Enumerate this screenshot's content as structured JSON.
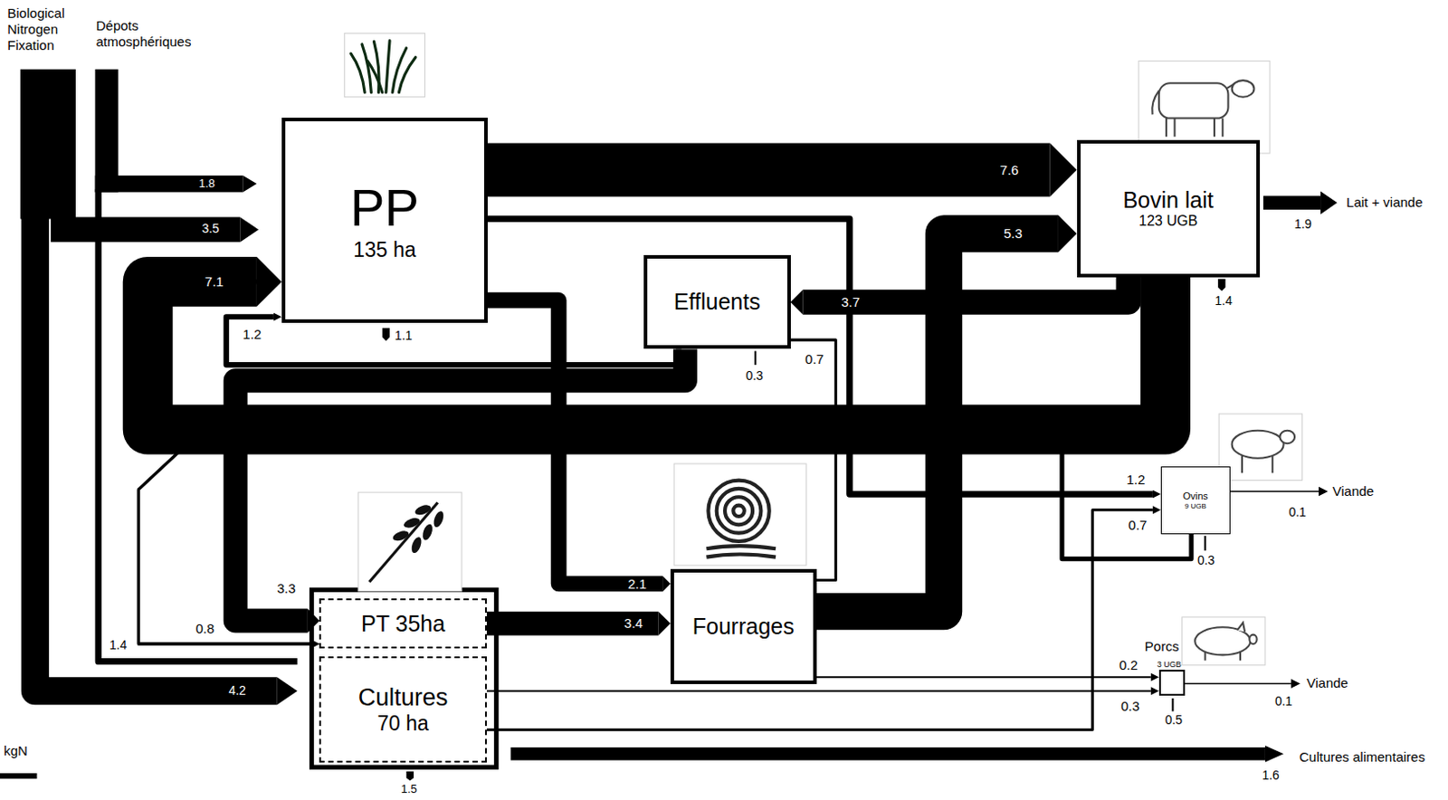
{
  "diagram": {
    "nodes": [
      {
        "text": [
          "PP",
          "135 ha"
        ]
      },
      {
        "text": [
          "Bovin lait",
          "123 UGB"
        ]
      },
      {
        "text": [
          "Effluents"
        ]
      },
      {
        "text": [
          "Ovins",
          "9 UGB"
        ]
      },
      {
        "text": [
          "PT 35ha"
        ]
      },
      {
        "text": [
          "Fourrages"
        ]
      },
      {
        "text": [
          "Porcs",
          "3 UGB"
        ]
      },
      {
        "text": [
          "Cultures",
          "70 ha"
        ]
      }
    ],
    "edges": [
      {
        "from": 0,
        "to": 1,
        "label": "7.6",
        "arrow": "to"
      },
      {
        "from": 0,
        "to": 3,
        "label": "1.2",
        "arrow": "to"
      },
      {
        "from": 0,
        "to": 5,
        "label": "2.1",
        "arrow": "to"
      },
      {
        "from": 1,
        "to": 2,
        "label": "3.7",
        "arrow": "to"
      },
      {
        "from": 5,
        "to": 1,
        "label": "5.3",
        "arrow": "to"
      },
      {
        "from": 2,
        "to": 0,
        "label": "1.2",
        "arrow": "to"
      },
      {
        "from": 2,
        "to": 5,
        "label": "0.7",
        "arrow": "none"
      },
      {
        "from": 1,
        "to": 0,
        "label": "7.1",
        "arrow": "to"
      },
      {
        "from": 3,
        "to": 0,
        "arrow": "to"
      },
      {
        "from": 2,
        "to": 4,
        "label": "3.3",
        "arrow": "to"
      },
      {
        "from": 1,
        "to": 4,
        "label": "0.8",
        "arrow": "to"
      },
      {
        "from": 3,
        "to": 4,
        "arrow": "to"
      },
      {
        "from": 7,
        "to": 3,
        "label": "0.7",
        "arrow": "to"
      },
      {
        "from": 4,
        "to": 5,
        "label": "3.4",
        "arrow": "to"
      },
      {
        "from": 5,
        "to": 6,
        "label": "0.2",
        "arrow": "to"
      },
      {
        "from": 7,
        "to": 6,
        "label": "0.3",
        "arrow": "to"
      }
    ],
    "labels": [
      "Biological Nitrogen Fixation",
      "Dépots atmosphériques",
      "1.8",
      "3.5",
      "1.1",
      "0.3",
      "Lait + viande",
      "1.9",
      "1.4",
      "Viande",
      "0.1",
      "0.3",
      "1.4",
      "4.2",
      "Viande",
      "0.1",
      "0.5",
      "kgN",
      "Cultures alimentaires",
      "1.6",
      "1.5"
    ]
  }
}
